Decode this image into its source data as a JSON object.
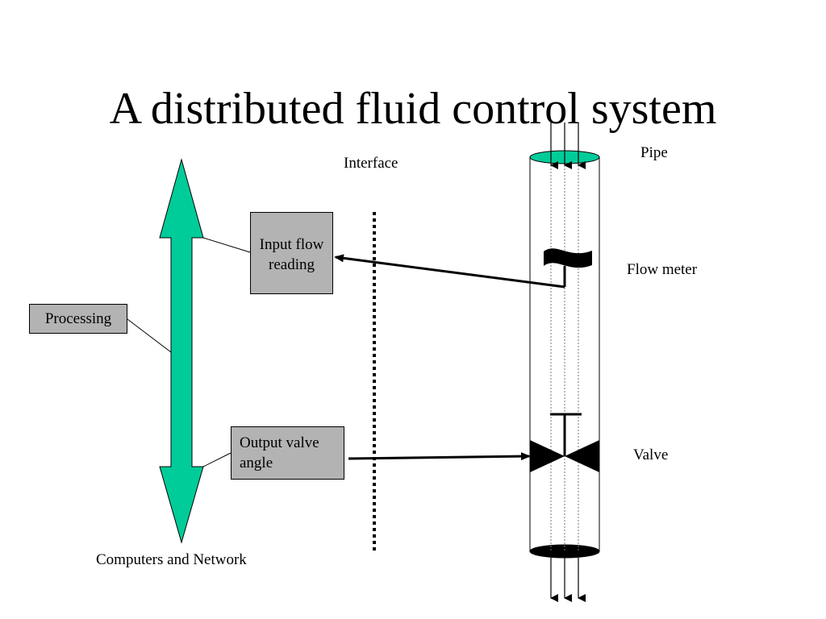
{
  "title": "A distributed fluid control system",
  "labels": {
    "interface": "Interface",
    "pipe": "Pipe",
    "flow_meter": "Flow meter",
    "valve": "Valve",
    "computers_network": "Computers and Network"
  },
  "boxes": {
    "input": {
      "line1": "Input flow",
      "line2": "reading"
    },
    "processing": "Processing",
    "output": {
      "line1": "Output valve",
      "line2": "angle"
    }
  },
  "colors": {
    "network_bus": "#00cc99",
    "box_fill": "#b3b3b3",
    "pipe_top": "#00cc99",
    "line": "#000000"
  }
}
